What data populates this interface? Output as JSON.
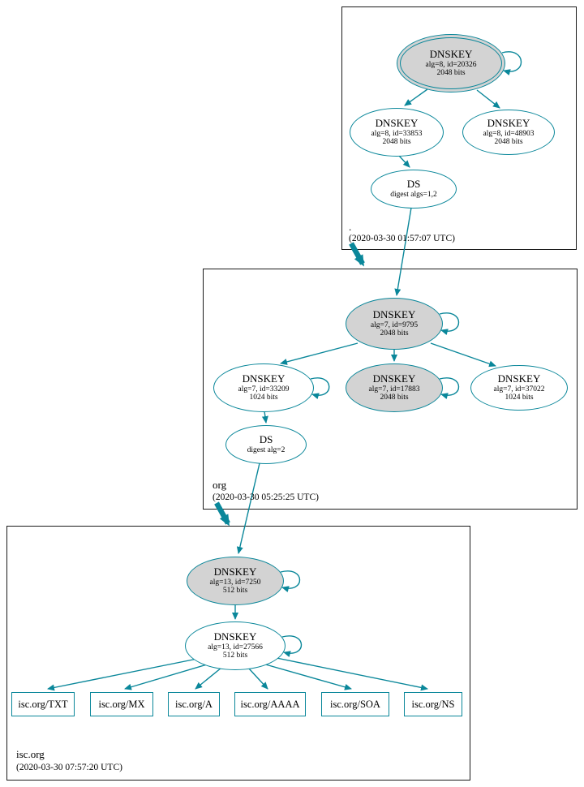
{
  "diagram": {
    "accent_color": "#0a879a",
    "ksk_fill_color": "#d3d3d3"
  },
  "zones": {
    "root": {
      "label": ".",
      "timestamp": "(2020-03-30 01:57:07 UTC)",
      "nodes": {
        "ksk": {
          "title": "DNSKEY",
          "detail": "alg=8, id=20326",
          "bits": "2048 bits"
        },
        "zsk1": {
          "title": "DNSKEY",
          "detail": "alg=8, id=33853",
          "bits": "2048 bits"
        },
        "zsk2": {
          "title": "DNSKEY",
          "detail": "alg=8, id=48903",
          "bits": "2048 bits"
        },
        "ds": {
          "title": "DS",
          "detail": "digest algs=1,2"
        }
      }
    },
    "org": {
      "label": "org",
      "timestamp": "(2020-03-30 05:25:25 UTC)",
      "nodes": {
        "ksk": {
          "title": "DNSKEY",
          "detail": "alg=7, id=9795",
          "bits": "2048 bits"
        },
        "zsk1": {
          "title": "DNSKEY",
          "detail": "alg=7, id=33209",
          "bits": "1024 bits"
        },
        "ksk2": {
          "title": "DNSKEY",
          "detail": "alg=7, id=17883",
          "bits": "2048 bits"
        },
        "zsk2": {
          "title": "DNSKEY",
          "detail": "alg=7, id=37022",
          "bits": "1024 bits"
        },
        "ds": {
          "title": "DS",
          "detail": "digest alg=2"
        }
      }
    },
    "isc": {
      "label": "isc.org",
      "timestamp": "(2020-03-30 07:57:20 UTC)",
      "nodes": {
        "ksk": {
          "title": "DNSKEY",
          "detail": "alg=13, id=7250",
          "bits": "512 bits"
        },
        "zsk": {
          "title": "DNSKEY",
          "detail": "alg=13, id=27566",
          "bits": "512 bits"
        },
        "rrsets": [
          {
            "label": "isc.org/TXT"
          },
          {
            "label": "isc.org/MX"
          },
          {
            "label": "isc.org/A"
          },
          {
            "label": "isc.org/AAAA"
          },
          {
            "label": "isc.org/SOA"
          },
          {
            "label": "isc.org/NS"
          }
        ]
      }
    }
  }
}
